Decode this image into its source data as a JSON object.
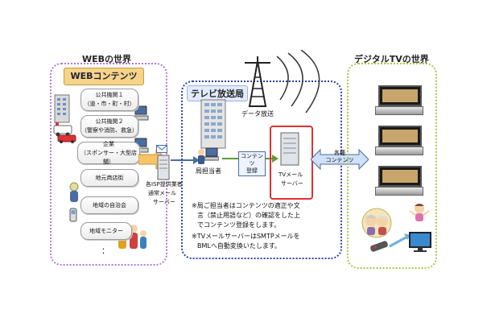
{
  "web_world": {
    "title": "WEBの世界",
    "header": "WEBコンテンツ",
    "items": [
      {
        "line1": "公共機関１",
        "line2": "（道・市・町・村）"
      },
      {
        "line1": "公共機関２",
        "line2": "（警察や消防、救急）"
      },
      {
        "line1": "企業",
        "line2": "（スポンサー・大型店舗）"
      },
      {
        "line1": "地元商店街",
        "line2": ""
      },
      {
        "line1": "地域の自治会",
        "line2": ""
      },
      {
        "line1": "地域モニター",
        "line2": ""
      }
    ],
    "ellipsis": "："
  },
  "isp": {
    "label_line1": "各ISP提供業者",
    "label_line2": "通常メール",
    "label_line3": "サーバー"
  },
  "tv_station": {
    "title": "テレビ放送局",
    "data_broadcast": "データ放送",
    "staff_label": "局担当者",
    "content_register_line1": "コンテンツ",
    "content_register_line2": "登録",
    "mail_server_line1": "TVメール",
    "mail_server_line2": "サーバー",
    "note1_line1": "※局ご担当者はコンテンツの適正や文",
    "note1_line2": "言（禁止用語など）の確認をした上",
    "note1_line3": "でコンテンツ登録をします。",
    "note2_line1": "※TVメールサーバーはSMTPメールを",
    "note2_line2": "BMLへ自動変換いたします。"
  },
  "transfer": {
    "line1": "各種",
    "line2": "コンテンツ"
  },
  "digital_tv": {
    "title": "デジタルTVの世界",
    "tv_count": 3
  },
  "colors": {
    "web_border": "#b07ad8",
    "tv_station_border": "#2b3fb3",
    "digital_border": "#a8c84a",
    "server_highlight": "#e03030",
    "arrow_fill": "#f7c46a",
    "transfer_arrow": "#cfe0f8"
  }
}
